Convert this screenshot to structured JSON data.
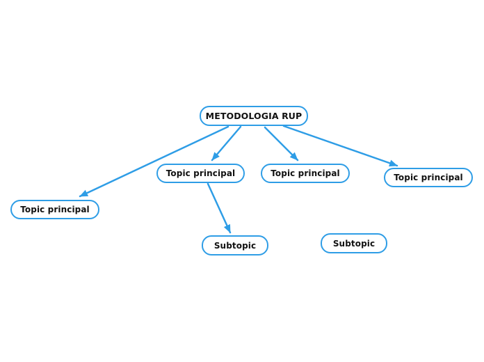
{
  "colors": {
    "accent": "#2e9de6",
    "canvas": "#ffffff",
    "text": "#111111"
  },
  "mindmap": {
    "root": {
      "label": "METODOLOGIA RUP"
    },
    "topics": [
      {
        "label": "Topic principal"
      },
      {
        "label": "Topic principal"
      },
      {
        "label": "Topic principal"
      },
      {
        "label": "Topic principal"
      }
    ],
    "subtopics": [
      {
        "label": "Subtopic"
      },
      {
        "label": "Subtopic"
      }
    ]
  }
}
